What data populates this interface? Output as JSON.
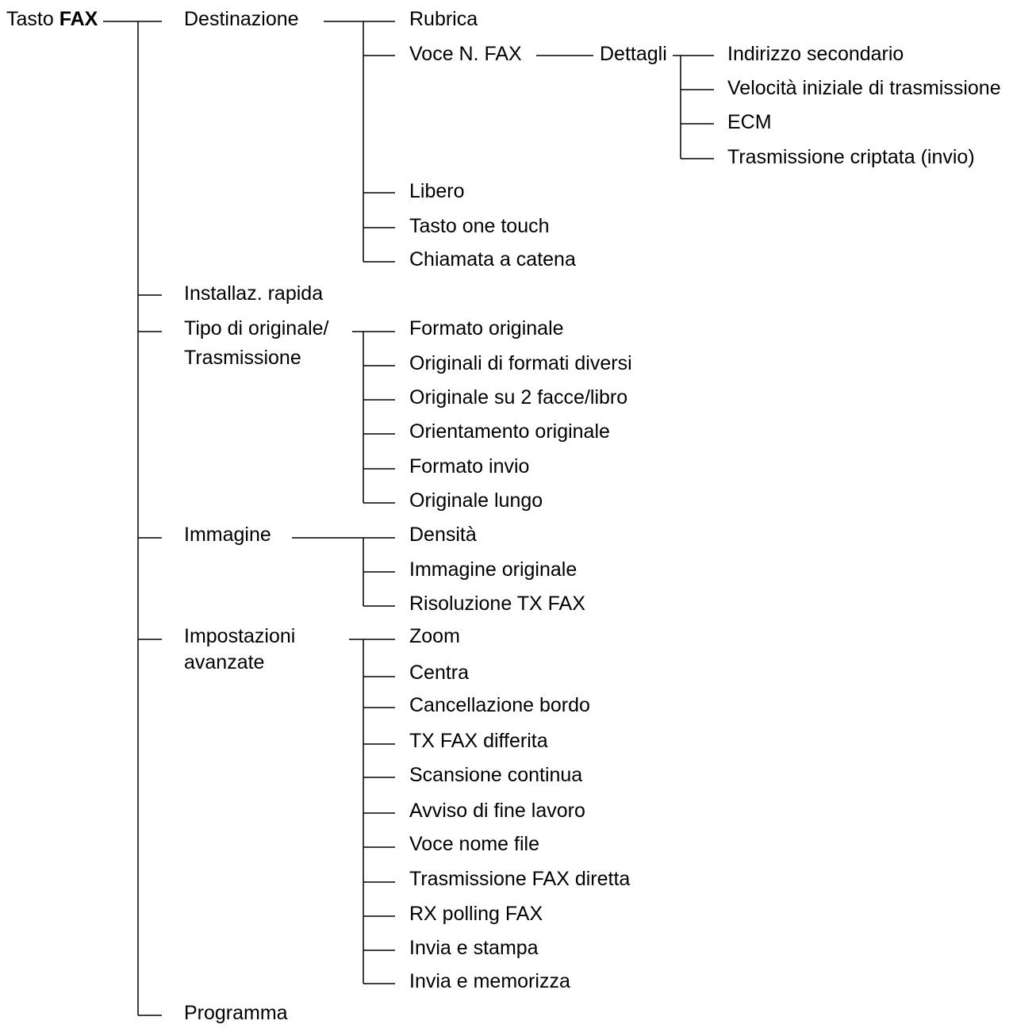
{
  "root": {
    "prefix": "Tasto",
    "key": "FAX"
  },
  "level1": {
    "destinazione": "Destinazione",
    "installaz": "Installaz. rapida",
    "tipo_line1": "Tipo di originale/",
    "tipo_line2": "Trasmissione",
    "immagine": "Immagine",
    "impostazioni_line1": "Impostazioni",
    "impostazioni_line2": "avanzate",
    "programma": "Programma"
  },
  "destinazione_items": [
    "Rubrica",
    "Voce N. FAX",
    "Libero",
    "Tasto one touch",
    "Chiamata a catena"
  ],
  "dettagli": {
    "label": "Dettagli",
    "items": [
      "Indirizzo secondario",
      "Velocità iniziale di trasmissione",
      "ECM",
      "Trasmissione criptata (invio)"
    ]
  },
  "tipo_items": [
    "Formato originale",
    "Originali di formati diversi",
    "Originale su 2 facce/libro",
    "Orientamento originale",
    "Formato invio",
    "Originale lungo"
  ],
  "immagine_items": [
    "Densità",
    "Immagine originale",
    "Risoluzione TX FAX"
  ],
  "impostazioni_items": [
    "Zoom",
    "Centra",
    "Cancellazione bordo",
    "TX FAX differita",
    "Scansione continua",
    "Avviso di fine lavoro",
    "Voce nome file",
    "Trasmissione FAX diretta",
    "RX polling FAX",
    "Invia e stampa",
    "Invia e memorizza"
  ]
}
